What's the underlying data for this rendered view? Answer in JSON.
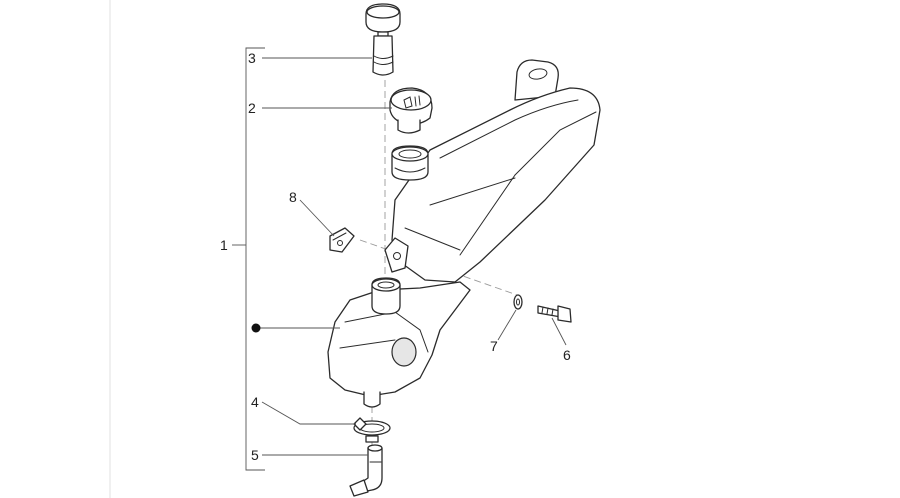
{
  "callouts": {
    "c1": "1",
    "c2": "2",
    "c3": "3",
    "c4": "4",
    "c5": "5",
    "c6": "6",
    "c7": "7",
    "c8": "8"
  },
  "colors": {
    "line": "#2b2b2b",
    "leader": "#555555",
    "axis": "#9a9a9a",
    "background": "#ffffff"
  }
}
